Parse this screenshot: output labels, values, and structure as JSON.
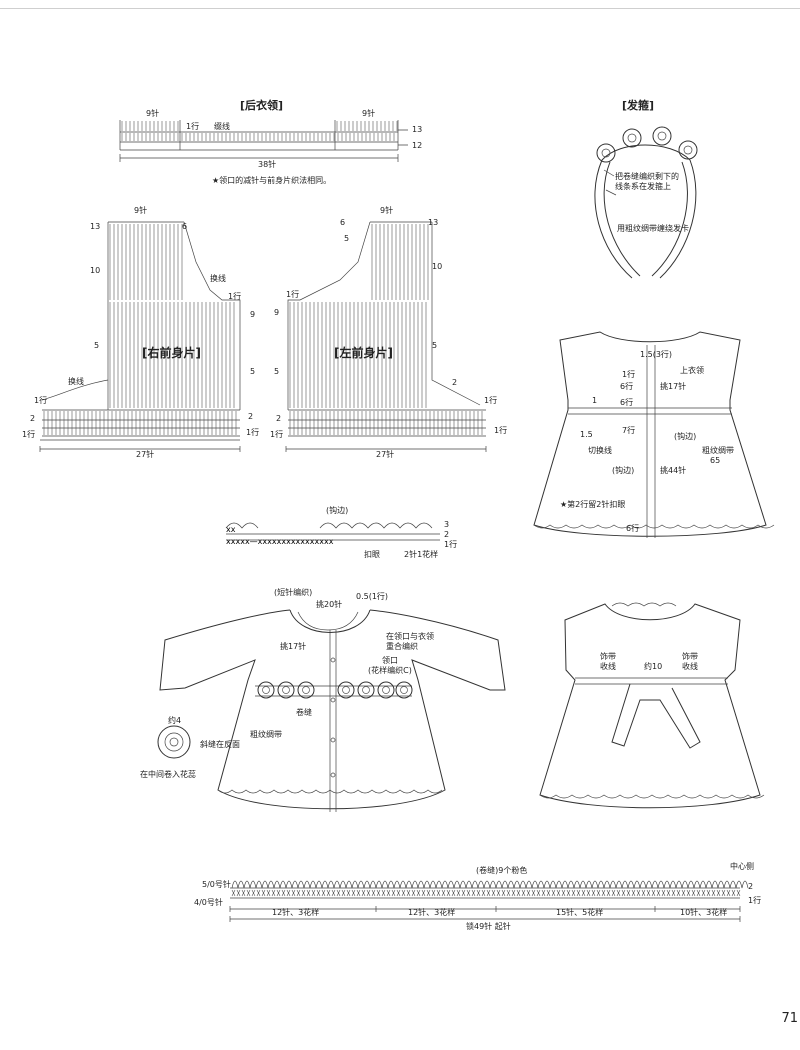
{
  "back_collar": {
    "title": "[后衣领]",
    "left_count": "9针",
    "right_count": "9针",
    "row1": "1行",
    "join": "缀线",
    "row13": "13",
    "row12": "12",
    "bottom_count": "38针",
    "note": "★领口的减针与前身片织法相同。"
  },
  "headband": {
    "title": "[发箍]",
    "note1a": "把卷缝编织剩下的",
    "note1b": "线条系在发箍上",
    "note2": "用粗纹绸带缠绕发卡"
  },
  "right_front": {
    "title": "[右前身片]",
    "top": "9针",
    "r13": "13",
    "r6": "6",
    "r10": "10",
    "swap": "换线",
    "r1a": "1行",
    "r9": "9",
    "r5a": "5",
    "r5b": "5",
    "swap2": "换线",
    "r1b": "1行",
    "r2a": "2",
    "r2b": "2",
    "r1c": "1行",
    "r1d": "1行",
    "bottom": "27针"
  },
  "left_front": {
    "title": "[左前身片]",
    "top": "9针",
    "r6": "6",
    "r13": "13",
    "r5": "5",
    "r10": "10",
    "r9": "9",
    "r1a": "1行",
    "r5b": "5",
    "r5c": "5",
    "r2a": "2",
    "r2b": "2",
    "r1b": "1行",
    "r1c": "1行",
    "r1d": "1行",
    "bottom": "27针"
  },
  "edging": {
    "title": "(钩边)",
    "row3": "3",
    "row2": "2",
    "row1": "1行",
    "buttonhole": "扣眼",
    "pattern": "2针1花样"
  },
  "front_view": {
    "r15": "1.5(3行)",
    "placket": "上衣领",
    "pick17": "挑17针",
    "r1": "1行",
    "r6a": "6行",
    "r6b": "6行",
    "r7": "7行",
    "v1": "1",
    "v15": "1.5",
    "cutline": "切换线",
    "edging": "(钩边)",
    "ribbon": "粗纹绸带",
    "ribbon_len": "65",
    "edging2": "(钩边)",
    "pick44": "挑44针",
    "buttonhole_note": "★第2行留2针扣眼",
    "r6c": "6行"
  },
  "dress": {
    "short": "(短针编织)",
    "pick20": "挑20针",
    "half": "0.5(1行)",
    "pick17": "挑17针",
    "collar": "在领口与衣领",
    "collar2": "重合编织",
    "neck": "领口",
    "neck2": "(花样编织C)",
    "rolled": "卷缝",
    "ribbon": "粗纹绸带",
    "about4": "约4",
    "slant": "斜缝在反面",
    "roll_in": "在中间卷入花蕊"
  },
  "back_view": {
    "tie1": "饰带",
    "tie1b": "收线",
    "about10": "约10",
    "tie2": "饰带",
    "tie2b": "收线"
  },
  "belt": {
    "title": "(卷缝)9个粉色",
    "center": "中心侧",
    "hook5": "5/0号针",
    "hook4": "4/0号针",
    "row2": "2",
    "row1": "1行",
    "seg1": "12针、3花样",
    "seg2": "12针、3花样",
    "seg3": "15针、5花样",
    "seg4": "10针、3花样",
    "total": "锁49针 起针"
  },
  "page_number": "71"
}
